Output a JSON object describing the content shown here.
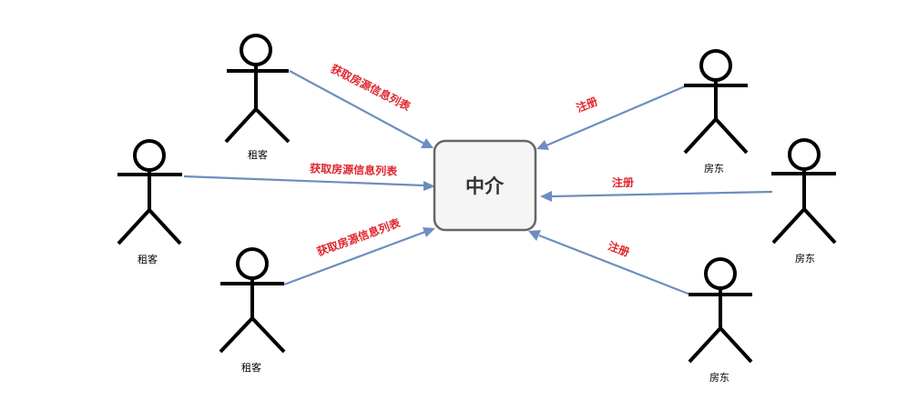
{
  "center": {
    "label": "中介"
  },
  "actors": {
    "tenant_top": "租客",
    "tenant_mid": "租客",
    "tenant_bottom": "租客",
    "landlord_top": "房东",
    "landlord_mid": "房东",
    "landlord_bottom": "房东"
  },
  "edges": {
    "tenant_top": "获取房源信息列表",
    "tenant_mid": "获取房源信息列表",
    "tenant_bottom": "获取房源信息列表",
    "landlord_top": "注册",
    "landlord_mid": "注册",
    "landlord_bottom": "注册"
  },
  "colors": {
    "arrow": "#6c8ebf",
    "edge_label": "#e0252d",
    "node_fill": "#f5f5f5",
    "node_stroke": "#666666"
  }
}
